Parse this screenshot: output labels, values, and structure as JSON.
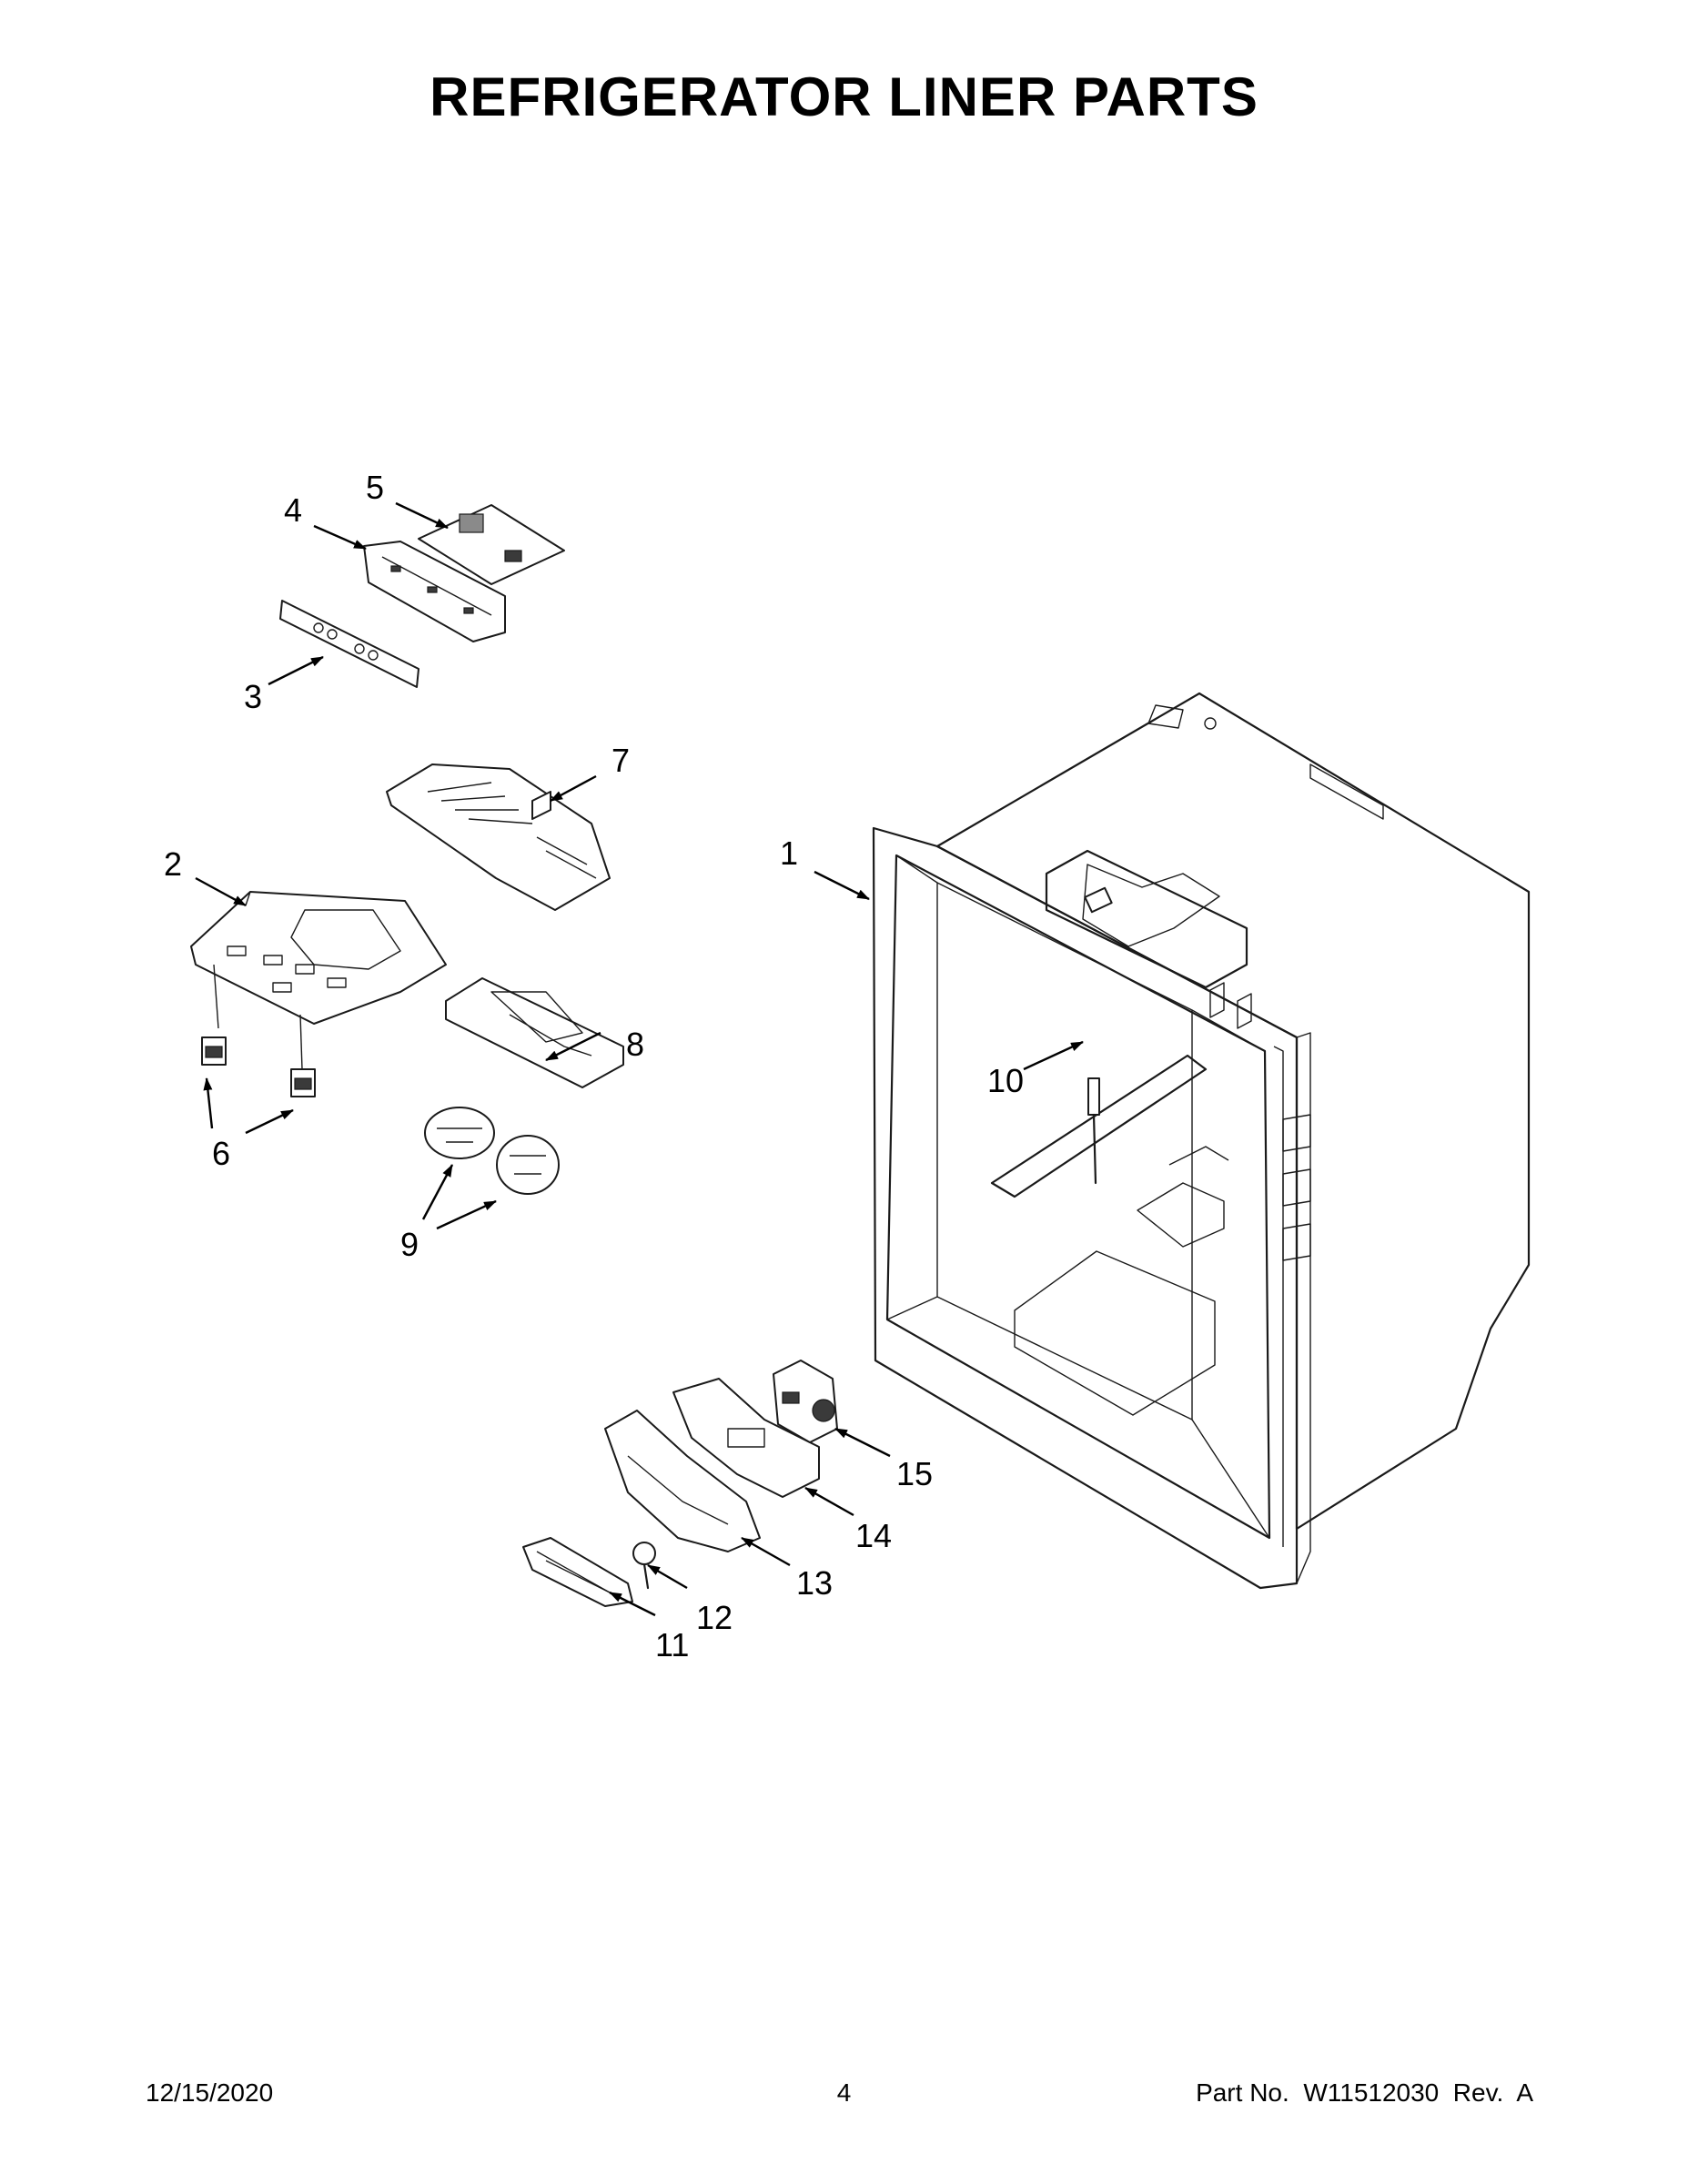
{
  "title": "REFRIGERATOR LINER PARTS",
  "callouts": {
    "c1": "1",
    "c2": "2",
    "c3": "3",
    "c4": "4",
    "c5": "5",
    "c6": "6",
    "c7": "7",
    "c8": "8",
    "c9": "9",
    "c10": "10",
    "c11": "11",
    "c12": "12",
    "c13": "13",
    "c14": "14",
    "c15": "15"
  },
  "footer": {
    "date": "12/15/2020",
    "page": "4",
    "part_number": "Part No.  W11512030  Rev.  A"
  }
}
